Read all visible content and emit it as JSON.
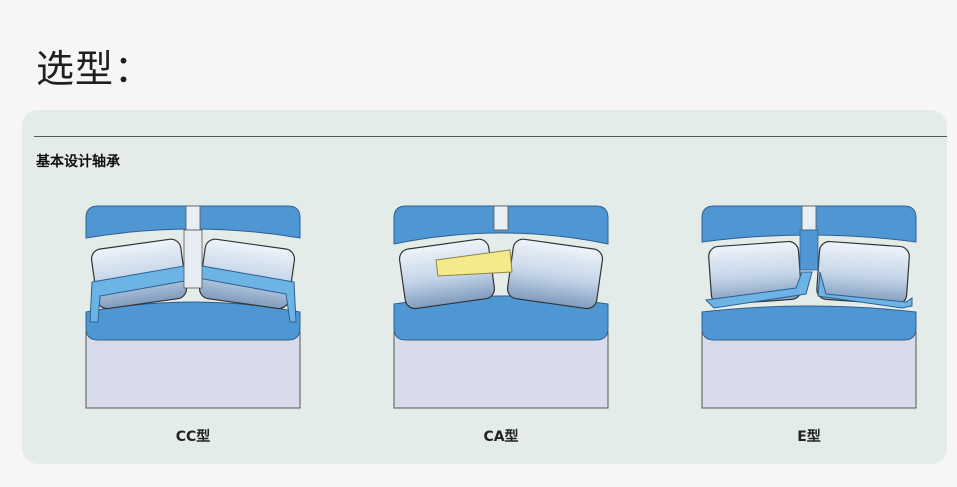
{
  "page": {
    "title": "选型："
  },
  "panel": {
    "heading": "基本设计轴承",
    "designs": [
      {
        "label": "CC型",
        "cage": "blue-window-cage",
        "guide_ring": true
      },
      {
        "label": "CA型",
        "cage": "yellow-machined-cage",
        "guide_ring": false
      },
      {
        "label": "E型",
        "cage": "blue-pressed-cage",
        "guide_ring": true
      }
    ]
  },
  "colors": {
    "ring_blue": "#4f97d3",
    "roller_light": "#e9f1f8",
    "roller_dark": "#8aa4c2",
    "shaft": "#d8dbe9",
    "cage_yellow": "#f3ea8c",
    "panel_bg": "#e4ecea"
  }
}
